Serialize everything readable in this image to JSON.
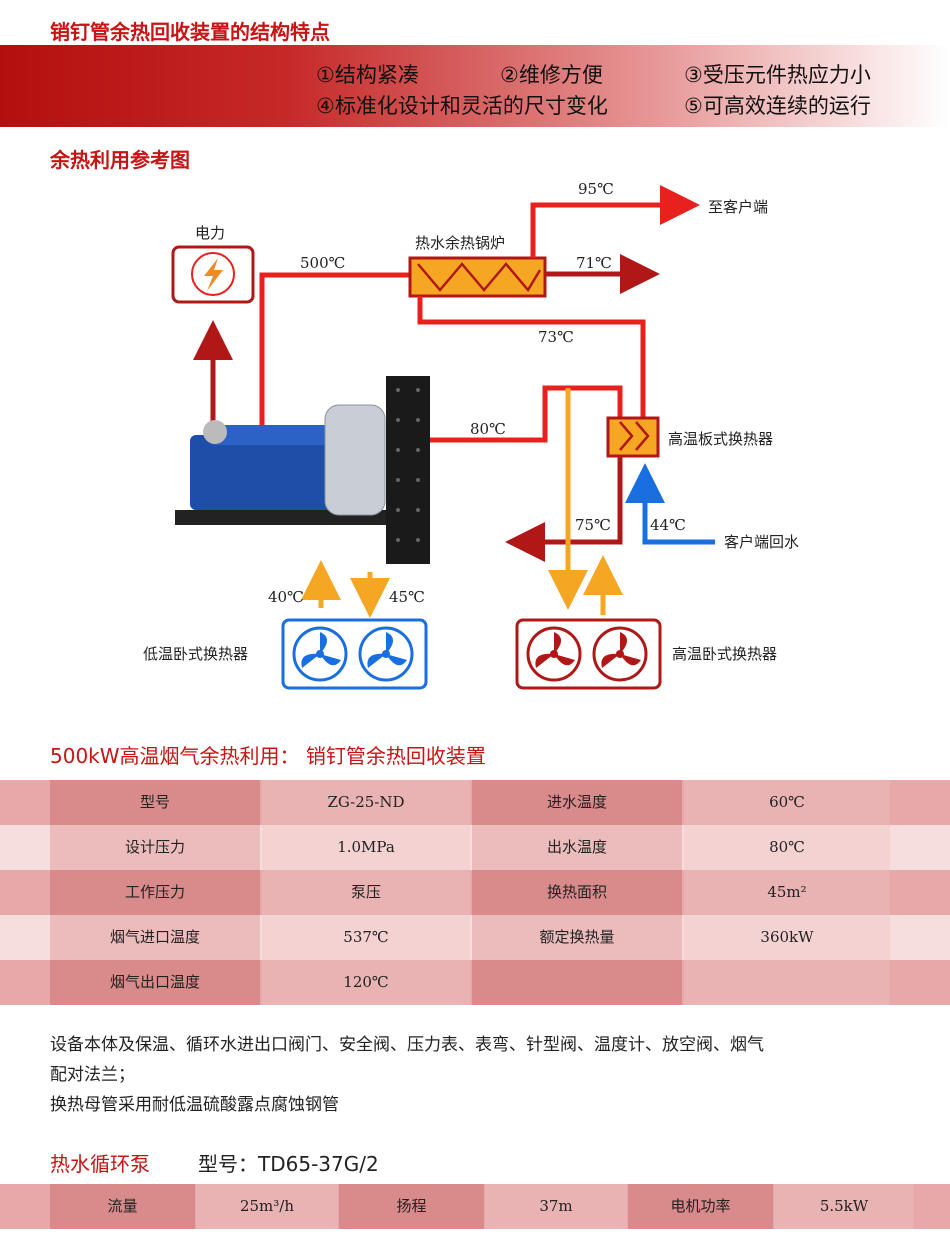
{
  "section1": {
    "title": "销钉管余热回收装置的结构特点",
    "features": [
      "①结构紧凑",
      "②维修方便",
      "③受压元件热应力小",
      "④标准化设计和灵活的尺寸变化",
      "⑤可高效连续的运行"
    ]
  },
  "section2": {
    "title": "余热利用参考图",
    "labels": {
      "power": "电力",
      "boiler": "热水余热锅炉",
      "t95": "95℃",
      "customer": "至客户端",
      "t500": "500℃",
      "t71": "71℃",
      "t73": "73℃",
      "t80": "80℃",
      "plate_hx": "高温板式换热器",
      "t75": "75℃",
      "t44": "44℃",
      "return_water": "客户端回水",
      "t40": "40℃",
      "t45": "45℃",
      "low_hx": "低温卧式换热器",
      "high_hx": "高温卧式换热器"
    }
  },
  "section3": {
    "title": "500kW高温烟气余热利用：  销钉管余热回收装置",
    "rows": [
      [
        "型号",
        "ZG-25-ND",
        "进水温度",
        "60℃"
      ],
      [
        "设计压力",
        "1.0MPa",
        "出水温度",
        "80℃"
      ],
      [
        "工作压力",
        "泵压",
        "换热面积",
        "45m²"
      ],
      [
        "烟气进口温度",
        "537℃",
        "额定换热量",
        "360kW"
      ],
      [
        "烟气出口温度",
        "120℃",
        "",
        ""
      ]
    ],
    "note_line1": "设备本体及保温、循环水进出口阀门、安全阀、压力表、表弯、针型阀、温度计、放空阀、烟气",
    "note_line2": "配对法兰；",
    "note_line3": "换热母管采用耐低温硫酸露点腐蚀钢管"
  },
  "section4": {
    "title": "热水循环泵",
    "model": "型号：TD65-37G/2",
    "cells": [
      "流量",
      "25m³/h",
      "扬程",
      "37m",
      "电机功率",
      "5.5kW"
    ]
  },
  "colors": {
    "accent": "#c81414",
    "hot": "#e8201e",
    "cold": "#1a6fe0",
    "warm": "#f5a623"
  }
}
